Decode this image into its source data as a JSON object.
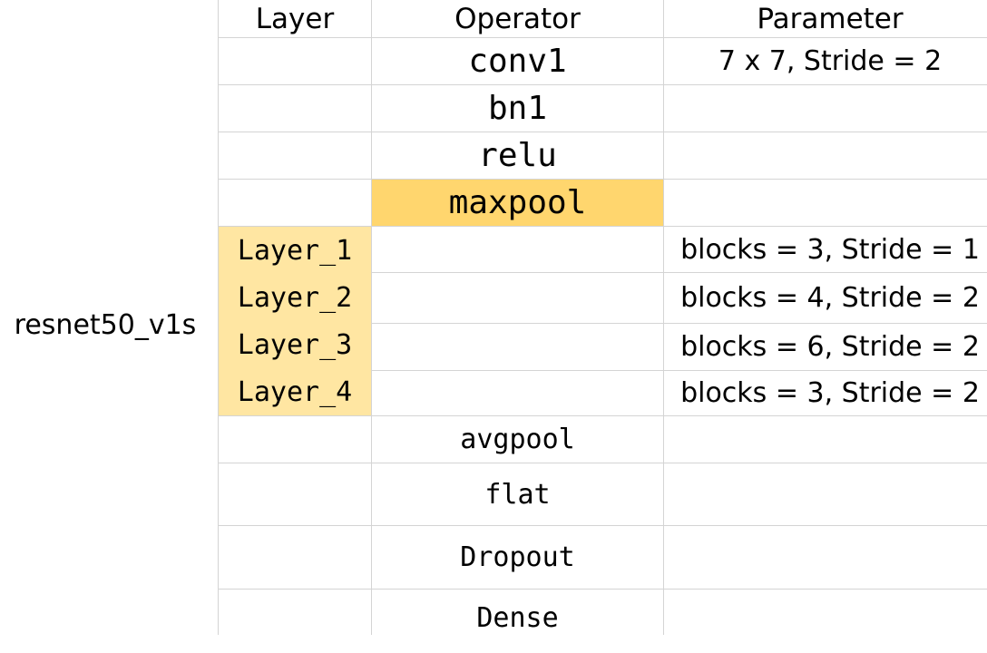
{
  "model_label": "resnet50_v1s",
  "headers": {
    "layer": "Layer",
    "operator": "Operator",
    "parameter": "Parameter"
  },
  "rows": [
    {
      "layer": "",
      "operator": "conv1",
      "parameter": "7 x 7, Stride = 2"
    },
    {
      "layer": "",
      "operator": "bn1",
      "parameter": ""
    },
    {
      "layer": "",
      "operator": "relu",
      "parameter": ""
    },
    {
      "layer": "",
      "operator": "maxpool",
      "parameter": ""
    },
    {
      "layer": "Layer_1",
      "operator": "",
      "parameter": "blocks = 3, Stride = 1"
    },
    {
      "layer": "Layer_2",
      "operator": "",
      "parameter": "blocks = 4, Stride = 2"
    },
    {
      "layer": "Layer_3",
      "operator": "",
      "parameter": "blocks = 6, Stride = 2"
    },
    {
      "layer": "Layer_4",
      "operator": "",
      "parameter": "blocks = 3, Stride = 2"
    },
    {
      "layer": "",
      "operator": "avgpool",
      "parameter": ""
    },
    {
      "layer": "",
      "operator": "flat",
      "parameter": ""
    },
    {
      "layer": "",
      "operator": "Dropout",
      "parameter": ""
    },
    {
      "layer": "",
      "operator": "Dense",
      "parameter": ""
    }
  ],
  "highlight_colors": {
    "operator": "#ffd66e",
    "layer": "#ffe6a2"
  }
}
